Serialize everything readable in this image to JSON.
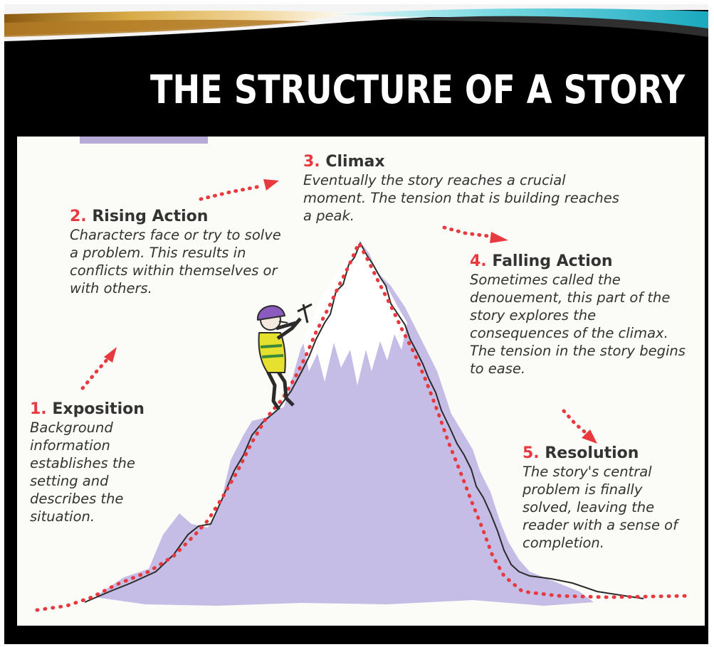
{
  "slide": {
    "title": "THE STRUCTURE OF A STORY"
  },
  "colors": {
    "background": "#000000",
    "panel": "#fbfbf8",
    "mountain_fill": "#c5bde6",
    "snow": "#ffffff",
    "outline": "#2b2b2b",
    "dotted_line": "#e8393f",
    "number_red": "#e8393f",
    "text": "#333333",
    "swoosh_gold": "#c99a2e",
    "swoosh_teal": "#36c4d4"
  },
  "diagram": {
    "illustration": "climber-on-mountain",
    "stages": [
      {
        "number": "1.",
        "label": "Exposition",
        "description": "Background information establishes the setting and describes the situation."
      },
      {
        "number": "2.",
        "label": "Rising Action",
        "description": "Characters face or try to solve a problem. This results in conflicts within themselves or with others."
      },
      {
        "number": "3.",
        "label": "Climax",
        "description": "Eventually the story reaches a crucial moment. The tension that is building reaches a peak."
      },
      {
        "number": "4.",
        "label": "Falling Action",
        "description": "Sometimes called the denouement, this part of the story explores the consequences of the climax. The tension in the story begins to ease."
      },
      {
        "number": "5.",
        "label": "Resolution",
        "description": "The story's central problem is finally solved, leaving the reader with a sense of completion."
      }
    ]
  }
}
